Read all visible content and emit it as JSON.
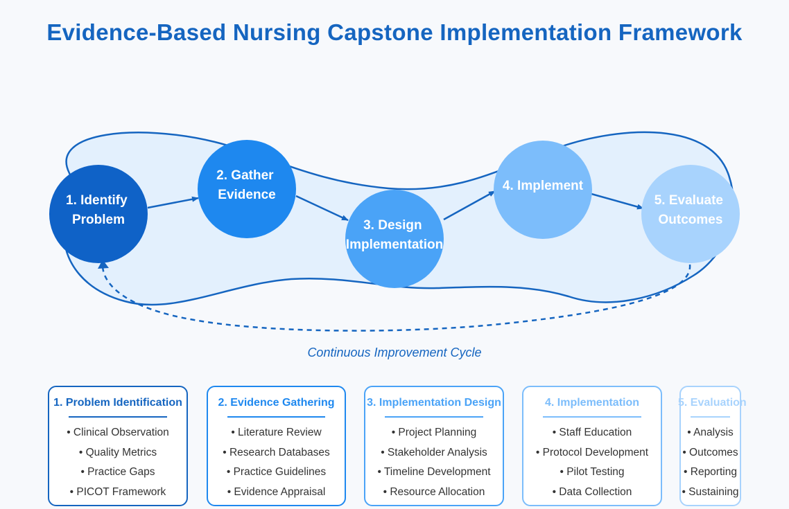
{
  "title": "Evidence-Based Nursing Capstone Implementation Framework",
  "colors": {
    "title": "#1565c0",
    "band_fill": "#e3f0fd",
    "band_stroke": "#1565c0",
    "arrow": "#1565c0",
    "step1": "#0f62c7",
    "step2": "#1e88ef",
    "step3": "#4aa3f7",
    "step4": "#7cbdfb",
    "step5": "#a8d3fd"
  },
  "steps": [
    {
      "label_lines": [
        "1. Identify",
        "Problem"
      ],
      "color": "#0f62c7"
    },
    {
      "label_lines": [
        "2. Gather",
        "Evidence"
      ],
      "color": "#1e88ef"
    },
    {
      "label_lines": [
        "3. Design",
        "Implementation"
      ],
      "color": "#4aa3f7"
    },
    {
      "label_lines": [
        "4. Implement"
      ],
      "color": "#7cbdfb"
    },
    {
      "label_lines": [
        "5. Evaluate",
        "Outcomes"
      ],
      "color": "#a8d3fd"
    }
  ],
  "cycle_label": "Continuous Improvement Cycle",
  "panels": [
    {
      "title": "1. Problem Identification",
      "color": "#1565c0",
      "items": [
        "• Clinical Observation",
        "• Quality Metrics",
        "• Practice Gaps",
        "• PICOT Framework"
      ]
    },
    {
      "title": "2. Evidence Gathering",
      "color": "#1e88ef",
      "items": [
        "• Literature Review",
        "• Research Databases",
        "• Practice Guidelines",
        "• Evidence Appraisal"
      ]
    },
    {
      "title": "3. Implementation Design",
      "color": "#4aa3f7",
      "items": [
        "• Project Planning",
        "• Stakeholder Analysis",
        "• Timeline Development",
        "• Resource Allocation"
      ]
    },
    {
      "title": "4. Implementation",
      "color": "#7cbdfb",
      "items": [
        "• Staff Education",
        "• Protocol Development",
        "• Pilot Testing",
        "• Data Collection"
      ]
    },
    {
      "title": "5. Evaluation",
      "color": "#a8d3fd",
      "items": [
        "• Analysis",
        "• Outcomes",
        "• Reporting",
        "• Sustaining"
      ]
    }
  ]
}
